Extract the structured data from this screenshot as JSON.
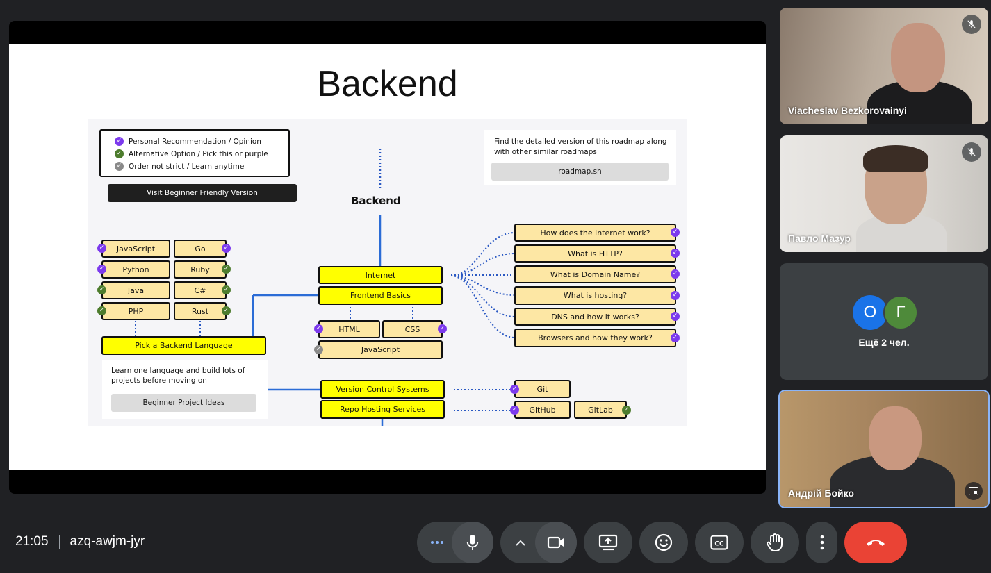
{
  "slide": {
    "title": "Backend",
    "legend": [
      {
        "text": "Personal Recommendation / Opinion",
        "color": "#7c3aed"
      },
      {
        "text": "Alternative Option / Pick this or purple",
        "color": "#4d7c2d"
      },
      {
        "text": "Order not strict / Learn anytime",
        "color": "#8a8a8a"
      }
    ],
    "beginner_button": "Visit Beginner Friendly Version",
    "roadmap_note": "Find the detailed version of this roadmap along with other similar roadmaps",
    "roadmap_button": "roadmap.sh",
    "center_heading": "Backend",
    "languages": [
      "JavaScript",
      "Go",
      "Python",
      "Ruby",
      "Java",
      "C#",
      "PHP",
      "Rust"
    ],
    "pick_language": "Pick a Backend Language",
    "learn_note": "Learn one language and build lots of projects before moving on",
    "project_ideas": "Beginner Project Ideas",
    "internet": "Internet",
    "frontend_basics": "Frontend Basics",
    "html": "HTML",
    "css": "CSS",
    "javascript": "JavaScript",
    "internet_topics": [
      "How does the internet work?",
      "What is HTTP?",
      "What is Domain Name?",
      "What is hosting?",
      "DNS and how it works?",
      "Browsers and how they work?"
    ],
    "vcs": "Version Control Systems",
    "repo_hosting": "Repo Hosting Services",
    "git": "Git",
    "github": "GitHub",
    "gitlab": "GitLab"
  },
  "participants": [
    {
      "name": "Viacheslav Bezkorovainyi",
      "muted": true
    },
    {
      "name": "Павло Мазур",
      "muted": true
    },
    {
      "name": "Андрій Бойко",
      "muted": false
    }
  ],
  "others": {
    "label": "Ещё 2 чел.",
    "avatars": [
      {
        "letter": "О",
        "color": "#1a73e8"
      },
      {
        "letter": "Г",
        "color": "#4e8a3a"
      }
    ]
  },
  "meeting": {
    "time": "21:05",
    "code": "azq-awjm-jyr"
  },
  "colors": {
    "end_call": "#ea4335",
    "control_bg": "#3c4043",
    "background": "#202124"
  }
}
